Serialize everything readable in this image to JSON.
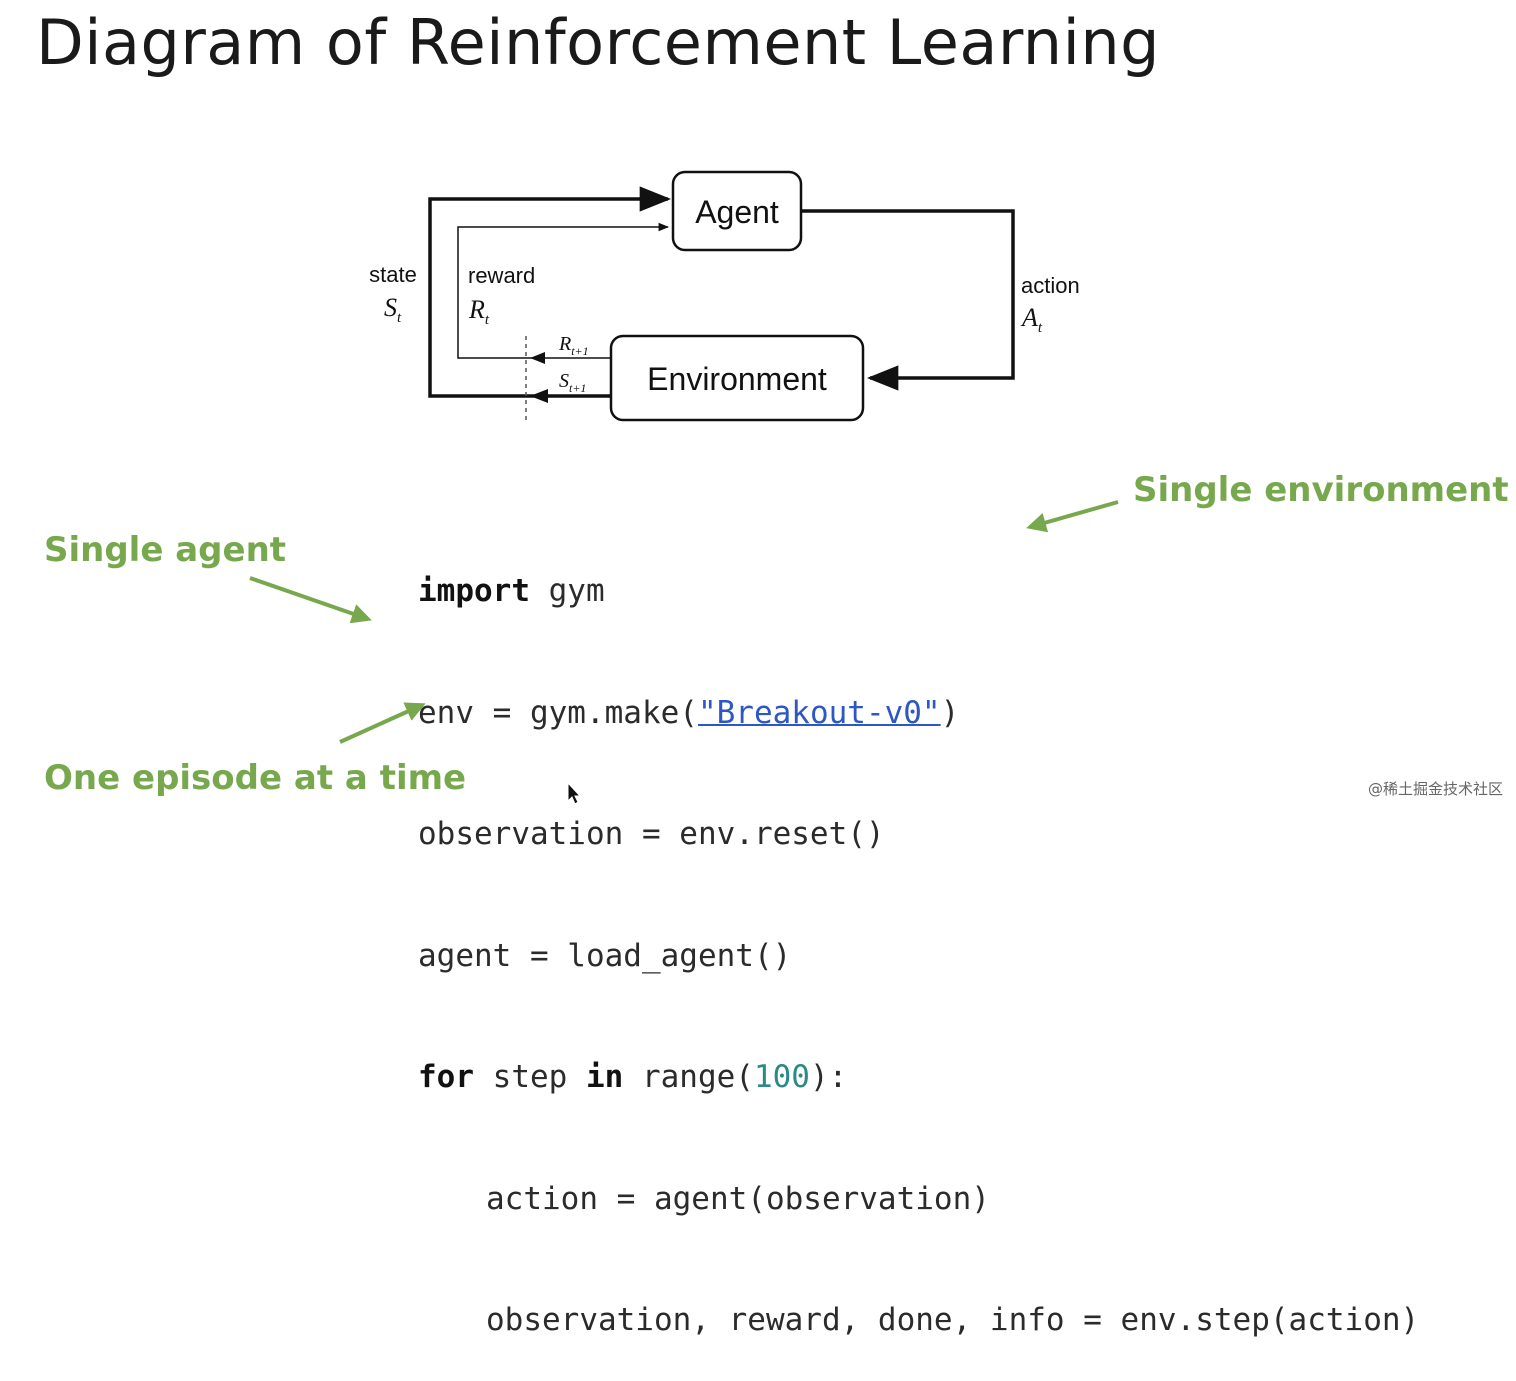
{
  "slide": {
    "title": "Diagram of Reinforcement Learning"
  },
  "diagram": {
    "agent_label": "Agent",
    "environment_label": "Environment",
    "state_label": "state",
    "state_symbol": "S",
    "state_subscript": "t",
    "reward_label": "reward",
    "reward_symbol": "R",
    "reward_subscript": "t",
    "action_label": "action",
    "action_symbol": "A",
    "action_subscript": "t",
    "next_reward_symbol": "R",
    "next_reward_subscript": "t+1",
    "next_state_symbol": "S",
    "next_state_subscript": "t+1"
  },
  "code": {
    "line1_kw": "import",
    "line1_rest": " gym",
    "line2_pre": "env = gym.make(",
    "line2_str": "\"Breakout-v0\"",
    "line2_post": ")",
    "line3": "observation = env.reset()",
    "line4": "agent = load_agent()",
    "line5_kw1": "for",
    "line5_mid": " step ",
    "line5_kw2": "in",
    "line5_pre_num": " range(",
    "line5_num": "100",
    "line5_post": "):",
    "line6": "action = agent(observation)",
    "line7": "observation, reward, done, info = env.step(action)"
  },
  "annotations": {
    "single_agent": "Single agent",
    "single_environment": "Single environment",
    "one_episode": "One episode at a time",
    "color": "#78a84d"
  },
  "watermark": "@稀土掘金技术社区"
}
